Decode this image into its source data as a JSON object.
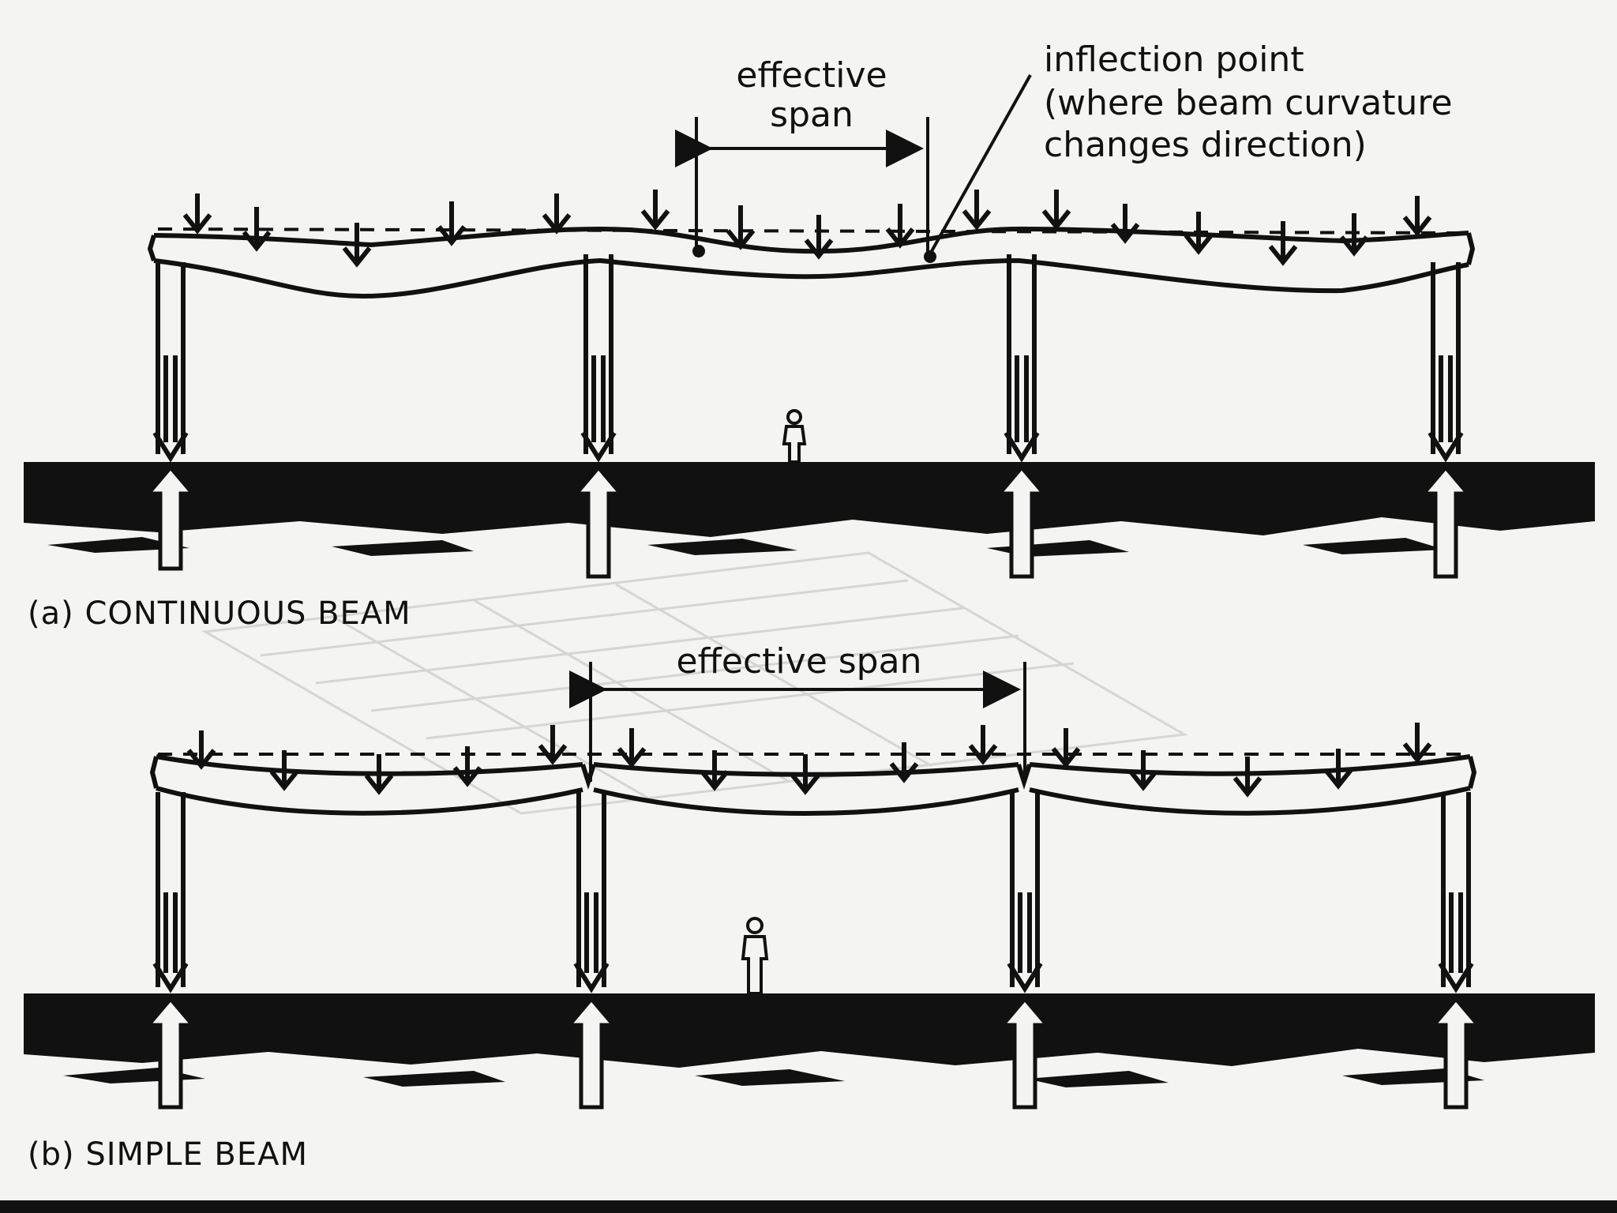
{
  "continuous": {
    "caption": "(a) CONTINUOUS BEAM",
    "effective_span_line1": "effective",
    "effective_span_line2": "span",
    "inflection_line1": "inflection point",
    "inflection_line2": "(where beam curvature",
    "inflection_line3": "changes direction)"
  },
  "simple": {
    "caption": "(b) SIMPLE BEAM",
    "effective_span": "effective span"
  },
  "colors": {
    "ink": "#111111",
    "paper": "#f4f4f2",
    "ghost": "#c9c9c6"
  }
}
